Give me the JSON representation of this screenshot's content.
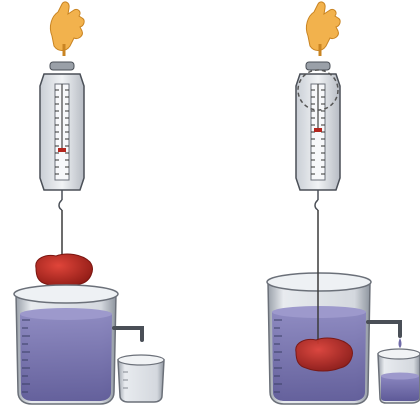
{
  "scene": {
    "panels": [
      {
        "id": "left",
        "object_state": "above-water"
      },
      {
        "id": "right",
        "object_state": "submerged"
      }
    ],
    "icons": {
      "hand": "hand-icon",
      "scale": "spring-scale-icon",
      "object": "red-stone-icon",
      "beaker": "overflow-beaker-icon",
      "cup": "catch-cup-icon"
    },
    "colors": {
      "skin": "#f2b24d",
      "scale_body": "#dfe3e8",
      "scale_outline": "#4a4f57",
      "water": "#6f6aa8",
      "glass": "#b9bfc7",
      "stone": "#b3261e",
      "highlight_circle": "#555555"
    }
  }
}
